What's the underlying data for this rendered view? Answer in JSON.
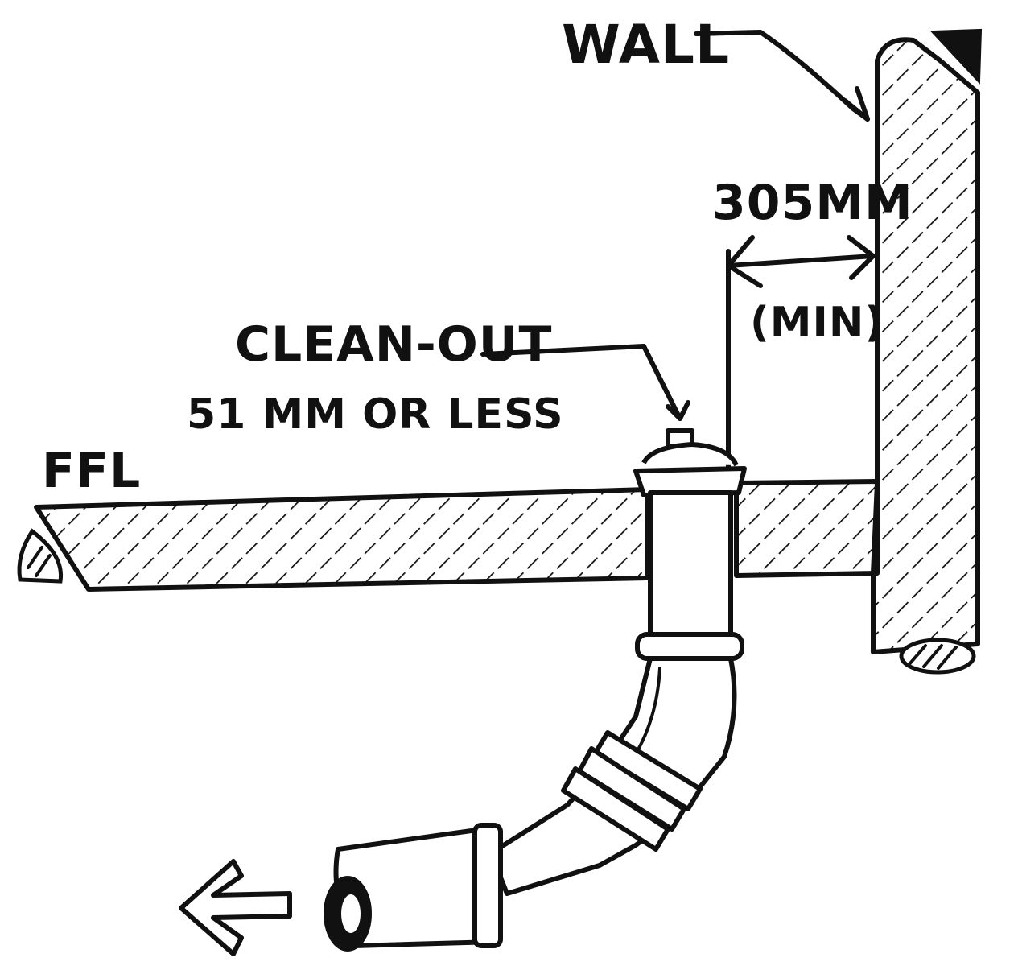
{
  "labels": {
    "wall": "WALL",
    "dimension": "305MM",
    "dimension_note": "(MIN)",
    "cleanout_line1": "CLEAN-OUT",
    "cleanout_line2": "51 MM OR LESS",
    "floor": "FFL"
  },
  "icons": {
    "flow_arrow": "arrow-left-icon",
    "break_symbol": "break-line-icon"
  },
  "colors": {
    "ink": "#111111",
    "paper": "#ffffff"
  }
}
